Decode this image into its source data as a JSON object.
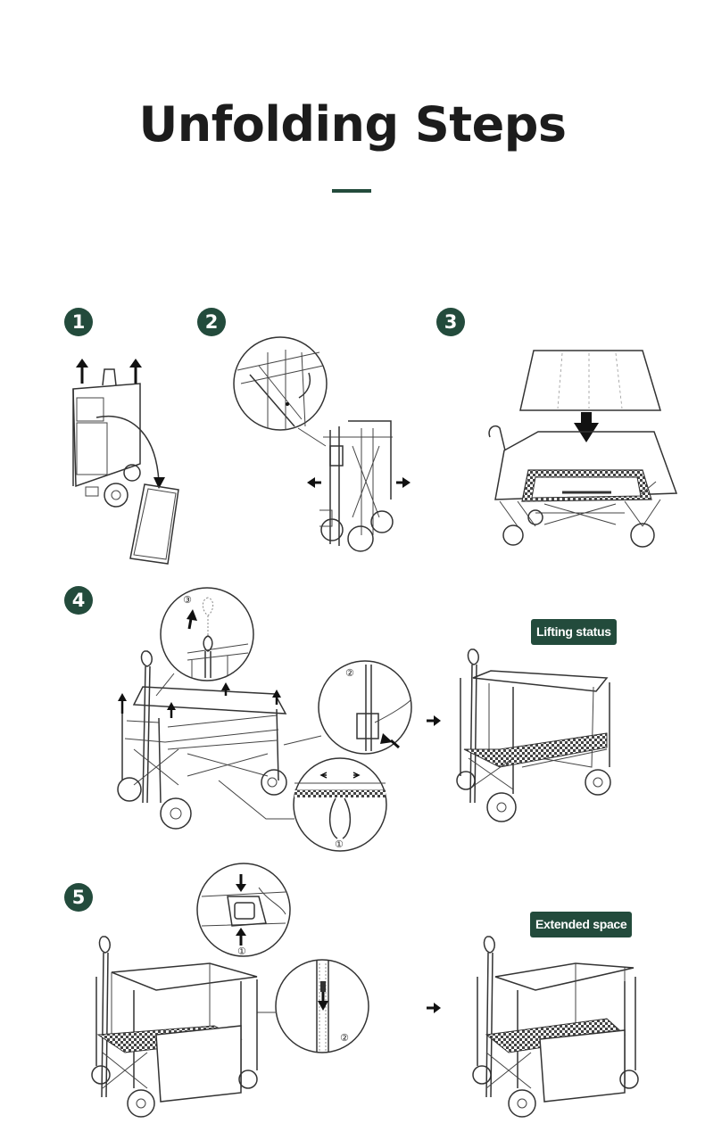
{
  "header": {
    "title": "Unfolding Steps"
  },
  "steps": [
    {
      "number": "1"
    },
    {
      "number": "2"
    },
    {
      "number": "3"
    },
    {
      "number": "4"
    },
    {
      "number": "5"
    }
  ],
  "labels": {
    "lifting_status": "Lifting status",
    "extended_space": "Extended space"
  },
  "callouts": {
    "step4_c3": "③",
    "step4_c2": "②",
    "step4_c1": "①",
    "step5_c1": "①",
    "step5_c2": "②"
  },
  "colors": {
    "accent": "#234b3c",
    "ink": "#1c1c1c"
  }
}
